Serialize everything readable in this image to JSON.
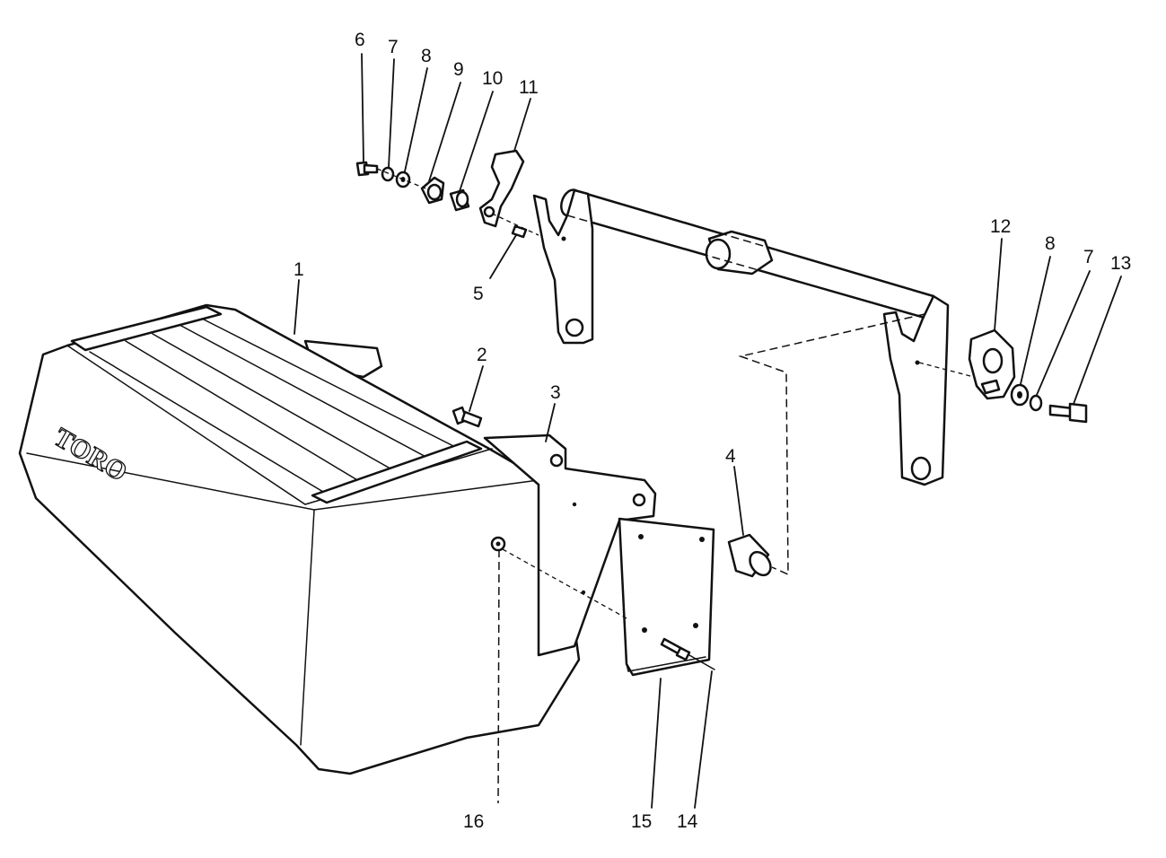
{
  "diagram": {
    "brand_logo": "TORO",
    "callouts": [
      "1",
      "2",
      "3",
      "4",
      "5",
      "6",
      "7",
      "8",
      "9",
      "10",
      "11",
      "12",
      "8",
      "7",
      "13",
      "16",
      "15",
      "14"
    ]
  }
}
